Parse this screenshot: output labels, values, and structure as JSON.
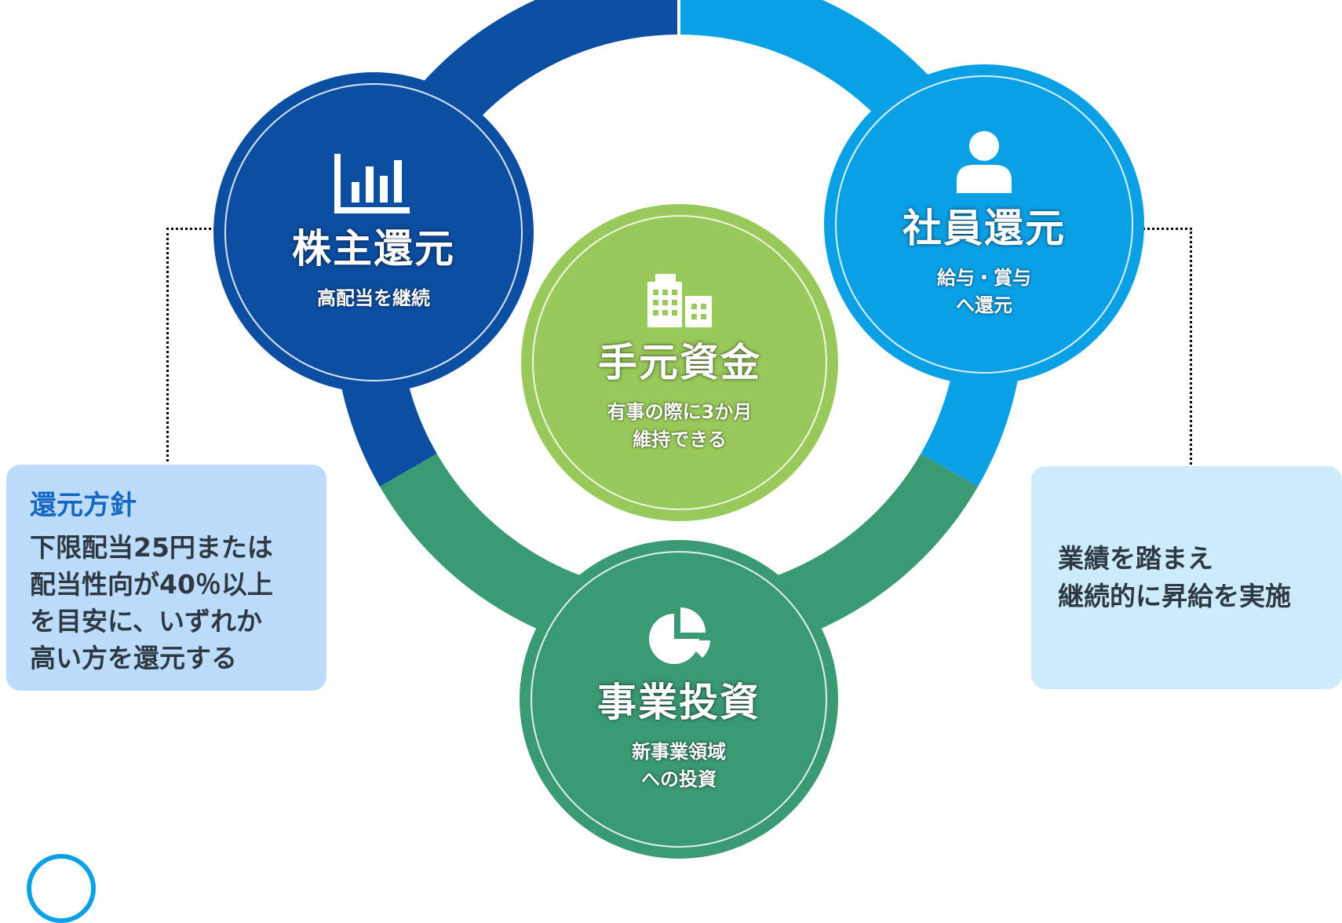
{
  "colors": {
    "shareholder": "#0b4ea2",
    "employee": "#0aa0e6",
    "investment": "#3a9a73",
    "cash": "#99c95a",
    "policy_box": "#bddcfb",
    "employee_box": "#cdebfb",
    "policy_title": "#1467c2",
    "connector": "#5ba8e8"
  },
  "nodes": {
    "shareholder": {
      "title": "株主還元",
      "desc": "高配当を継続",
      "icon": "bar-chart-icon"
    },
    "employee": {
      "title": "社員還元",
      "desc": "給与・賞与\nへ還元",
      "icon": "person-icon"
    },
    "cash": {
      "title": "手元資金",
      "desc": "有事の際に3か月\n維持できる",
      "icon": "building-icon"
    },
    "investment": {
      "title": "事業投資",
      "desc": "新事業領域\nへの投資",
      "icon": "pie-chart-icon"
    }
  },
  "policy_box": {
    "title": "還元方針",
    "lines": [
      "下限配当25円または",
      "配当性向が40％以上",
      "を目安に、いずれか",
      "高い方を還元する"
    ]
  },
  "employee_box": {
    "lines": [
      "業績を踏まえ",
      "継続的に昇給を実施"
    ]
  }
}
